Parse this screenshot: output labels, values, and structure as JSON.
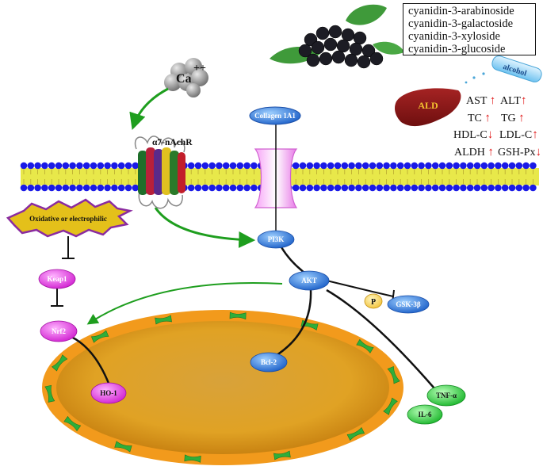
{
  "compounds": [
    "cyanidin-3-arabinoside",
    "cyanidin-3-galactoside",
    "cyanidin-3-xyloside",
    "cyanidin-3-glucoside"
  ],
  "ion": {
    "label": "Ca",
    "charge": "++"
  },
  "receptor": {
    "label": "α7-nAchR"
  },
  "collagen": {
    "label": "Collagen 1A1"
  },
  "stress": {
    "label": "Oxidative or electrophilic"
  },
  "nodes": {
    "keap1": "Keap1",
    "nrf2": "Nrf2",
    "ho1": "HO-1",
    "pi3k": "PI3K",
    "akt": "AKT",
    "p": "P",
    "gsk": "GSK-3β",
    "bcl2": "Bcl-2",
    "tnf": "TNF-α",
    "il6": "IL-6"
  },
  "liver": {
    "label": "ALD"
  },
  "alcohol": {
    "label": "alcohol"
  },
  "markers": [
    {
      "name": "AST",
      "dir": "↑"
    },
    {
      "name": "ALT",
      "dir": "↑"
    },
    {
      "name": "TC",
      "dir": "↑"
    },
    {
      "name": "TG",
      "dir": "↑"
    },
    {
      "name": "HDL-C",
      "dir": "↓"
    },
    {
      "name": "LDL-C",
      "dir": "↑"
    },
    {
      "name": "ALDH",
      "dir": "↑"
    },
    {
      "name": "GSH-Px",
      "dir": "↓"
    }
  ],
  "colors": {
    "membrane_head": "#1a1ae6",
    "membrane_tail": "#e8e84a",
    "arrow_green": "#1e9e1e",
    "node_magenta": "#e040e0",
    "node_blue": "#2a7de0",
    "node_green": "#2ecc40",
    "nucleus_outer": "#f29a1c",
    "nucleus_inner": "#e3a020",
    "liver": "#8b1a1a"
  }
}
